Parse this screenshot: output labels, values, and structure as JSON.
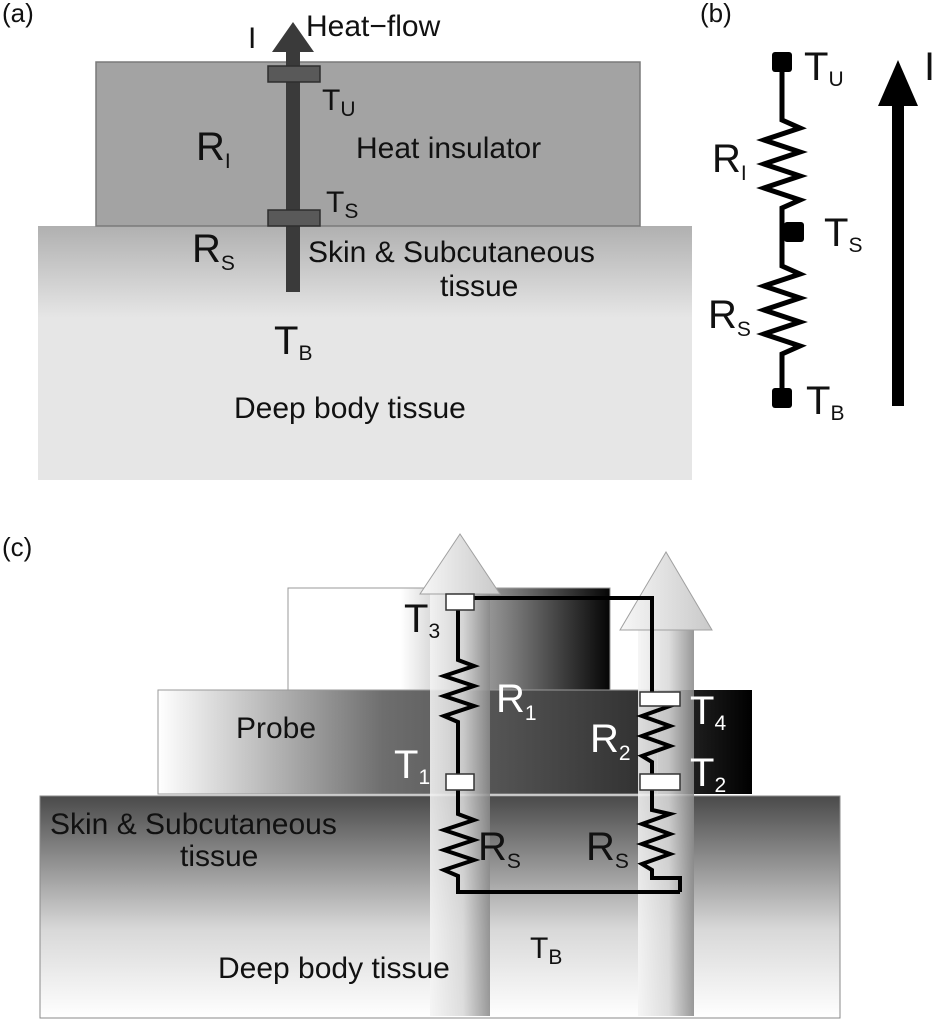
{
  "panels": {
    "a": {
      "tag": "(a)",
      "current_symbol": "I",
      "heat_flow": "Heat−flow",
      "heat_insulator": "Heat insulator",
      "skin_line1": "Skin & Subcutaneous",
      "skin_line2": "tissue",
      "deep_tissue": "Deep body tissue",
      "r_i": {
        "main": "R",
        "sub": "I"
      },
      "r_s": {
        "main": "R",
        "sub": "S"
      },
      "t_u": {
        "main": "T",
        "sub": "U"
      },
      "t_s": {
        "main": "T",
        "sub": "S"
      },
      "t_b": {
        "main": "T",
        "sub": "B"
      }
    },
    "b": {
      "tag": "(b)",
      "current_symbol": "I",
      "t_u": {
        "main": "T",
        "sub": "U"
      },
      "r_i": {
        "main": "R",
        "sub": "I"
      },
      "t_s": {
        "main": "T",
        "sub": "S"
      },
      "r_s": {
        "main": "R",
        "sub": "S"
      },
      "t_b": {
        "main": "T",
        "sub": "B"
      }
    },
    "c": {
      "tag": "(c)",
      "probe": "Probe",
      "skin_line1": "Skin & Subcutaneous",
      "skin_line2": "tissue",
      "deep_tissue": "Deep body tissue",
      "t3": {
        "main": "T",
        "sub": "3"
      },
      "t1": {
        "main": "T",
        "sub": "1"
      },
      "t4": {
        "main": "T",
        "sub": "4"
      },
      "t2": {
        "main": "T",
        "sub": "2"
      },
      "r1": {
        "main": "R",
        "sub": "1"
      },
      "r2": {
        "main": "R",
        "sub": "2"
      },
      "rs_left": {
        "main": "R",
        "sub": "S"
      },
      "rs_right": {
        "main": "R",
        "sub": "S"
      },
      "t_b": {
        "main": "T",
        "sub": "B"
      }
    }
  },
  "colors": {
    "insulator": "#a3a3a3",
    "deep_tissue": "#e6e6e6",
    "arrow_dark": "#3a3a3a",
    "black": "#000000"
  }
}
